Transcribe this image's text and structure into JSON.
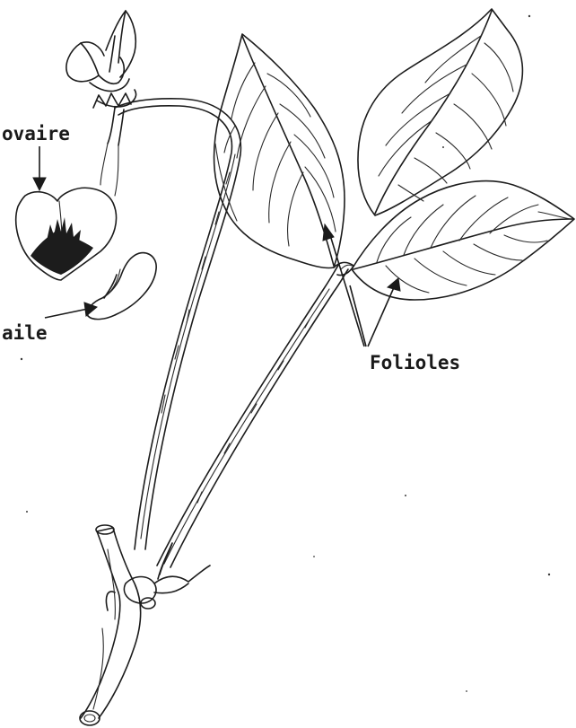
{
  "labels": {
    "ovary": "ovaire",
    "wing": "aile",
    "leaflets": "Folioles"
  },
  "colors": {
    "ink": "#1c1c1c",
    "background": "#ffffff"
  }
}
